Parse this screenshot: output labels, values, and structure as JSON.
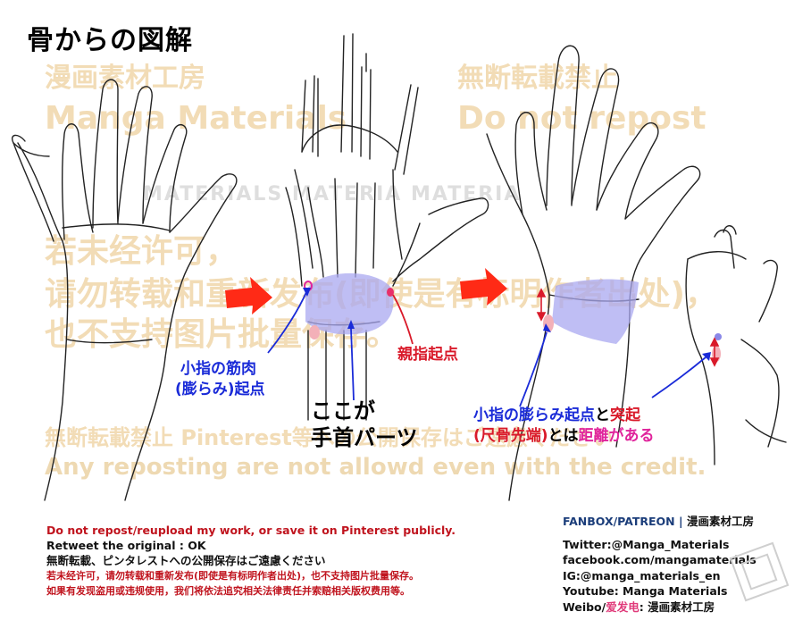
{
  "title": "骨からの図解",
  "watermarks": {
    "studio_cn": "漫画素材工房",
    "studio_en": "Manga Materials",
    "forbidden_jp": "無断転載禁止",
    "do_not_repost": "Do not repost",
    "cn_line1": "若未经许可，",
    "cn_line2": "请勿转载和重新发布(即使是有标明作者出处)，",
    "cn_line3": "也不支持图片批量保存。",
    "materials_row": "MATERIALS MATERIA MATERIA",
    "pinterest_line": "無断転載禁止 Pinterest等への公開保存はご遠慮ください",
    "credit_line": "Any reposting are not allowd even with the credit."
  },
  "labels": {
    "pinky_muscle_line1": "小指の筋肉",
    "pinky_muscle_line2": "(膨らみ)起点",
    "thumb_origin": "親指起点",
    "here_line1": "ここが",
    "here_line2": "手首パーツ",
    "bulge_origin": "小指の膨らみ起点",
    "and": "と",
    "protrusion": "突起",
    "ulna_tip": "(尺骨先端)",
    "to_wa": "とは",
    "distance": "距離",
    "exists": "がある"
  },
  "notice": {
    "line1": "Do not repost/reupload my work, or save it on Pinterest publicly.",
    "line2": "Retweet the original : OK",
    "line3": "無断転載、ピンタレストへの公開保存はご遠慮ください",
    "line4": "若未经许可，请勿转载和重新发布(即使是有标明作者出处)，也不支持图片批量保存。",
    "line5": "如果有发现盗用或违规使用，我们将依法追究相关法律责任并索赔相关版权费用等。"
  },
  "credits": {
    "header_left": "FANBOX/PATREON",
    "header_sep": " | ",
    "header_right": "漫画素材工房",
    "twitter": "Twitter:@Manga_Materials",
    "facebook": "facebook.com/mangamaterials",
    "instagram": "IG:@manga_materials_en",
    "youtube": "Youtube: Manga Materials",
    "weibo_prefix": "Weibo/",
    "weibo_pink": "爱发电",
    "weibo_suffix": ": 漫画素材工房"
  },
  "colors": {
    "watermark": "#f2dcb6",
    "arrow_red": "#ff2a16",
    "highlight_blue": "#a9a8f0",
    "label_blue": "#1a2bd8",
    "label_red": "#d91a2a",
    "label_pink": "#e0259c"
  }
}
